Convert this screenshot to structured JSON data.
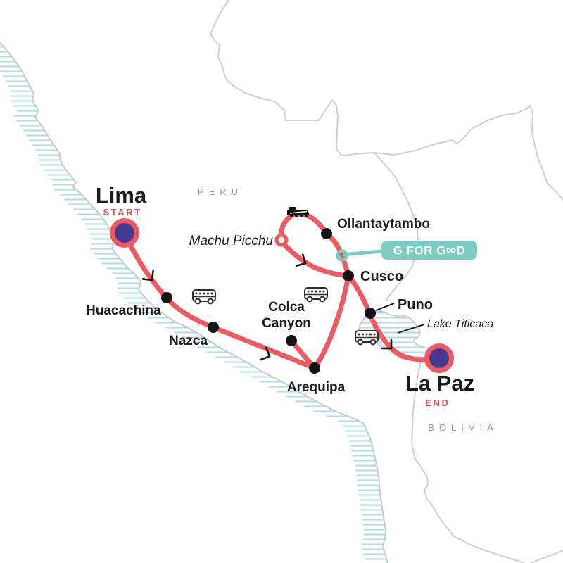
{
  "colors": {
    "route": "#EE5A63",
    "marker_inner": "#46398F",
    "teal": "#7CCBC1",
    "hatch_blue": "#A9DCE6",
    "coast_gray": "#C9C9C9",
    "border_gray": "#CFCFCF",
    "label_black": "#1A1A1A",
    "tag_red": "#E8464E",
    "region_gray": "#9B9B9B",
    "badge_text": "#FFFFFF"
  },
  "regions": {
    "peru": "PERU",
    "bolivia": "BOLIVIA"
  },
  "endpoints": {
    "start": {
      "city": "Lima",
      "tag": "START"
    },
    "end": {
      "city": "La Paz",
      "tag": "END"
    }
  },
  "stops": {
    "huacachina": "Huacachina",
    "nazca": "Nazca",
    "colca_line1": "Colca",
    "colca_line2": "Canyon",
    "arequipa": "Arequipa",
    "cusco": "Cusco",
    "ollantaytambo": "Ollantaytambo",
    "puno": "Puno"
  },
  "pois": {
    "machu_picchu": "Machu Picchu",
    "lake_titicaca": "Lake Titicaca"
  },
  "badge": {
    "prefix": "G FOR G",
    "infinity": "∞",
    "suffix": "D"
  },
  "icons": {
    "bus": "bus-icon",
    "train": "train-icon",
    "arrow": "direction-arrow-icon"
  }
}
